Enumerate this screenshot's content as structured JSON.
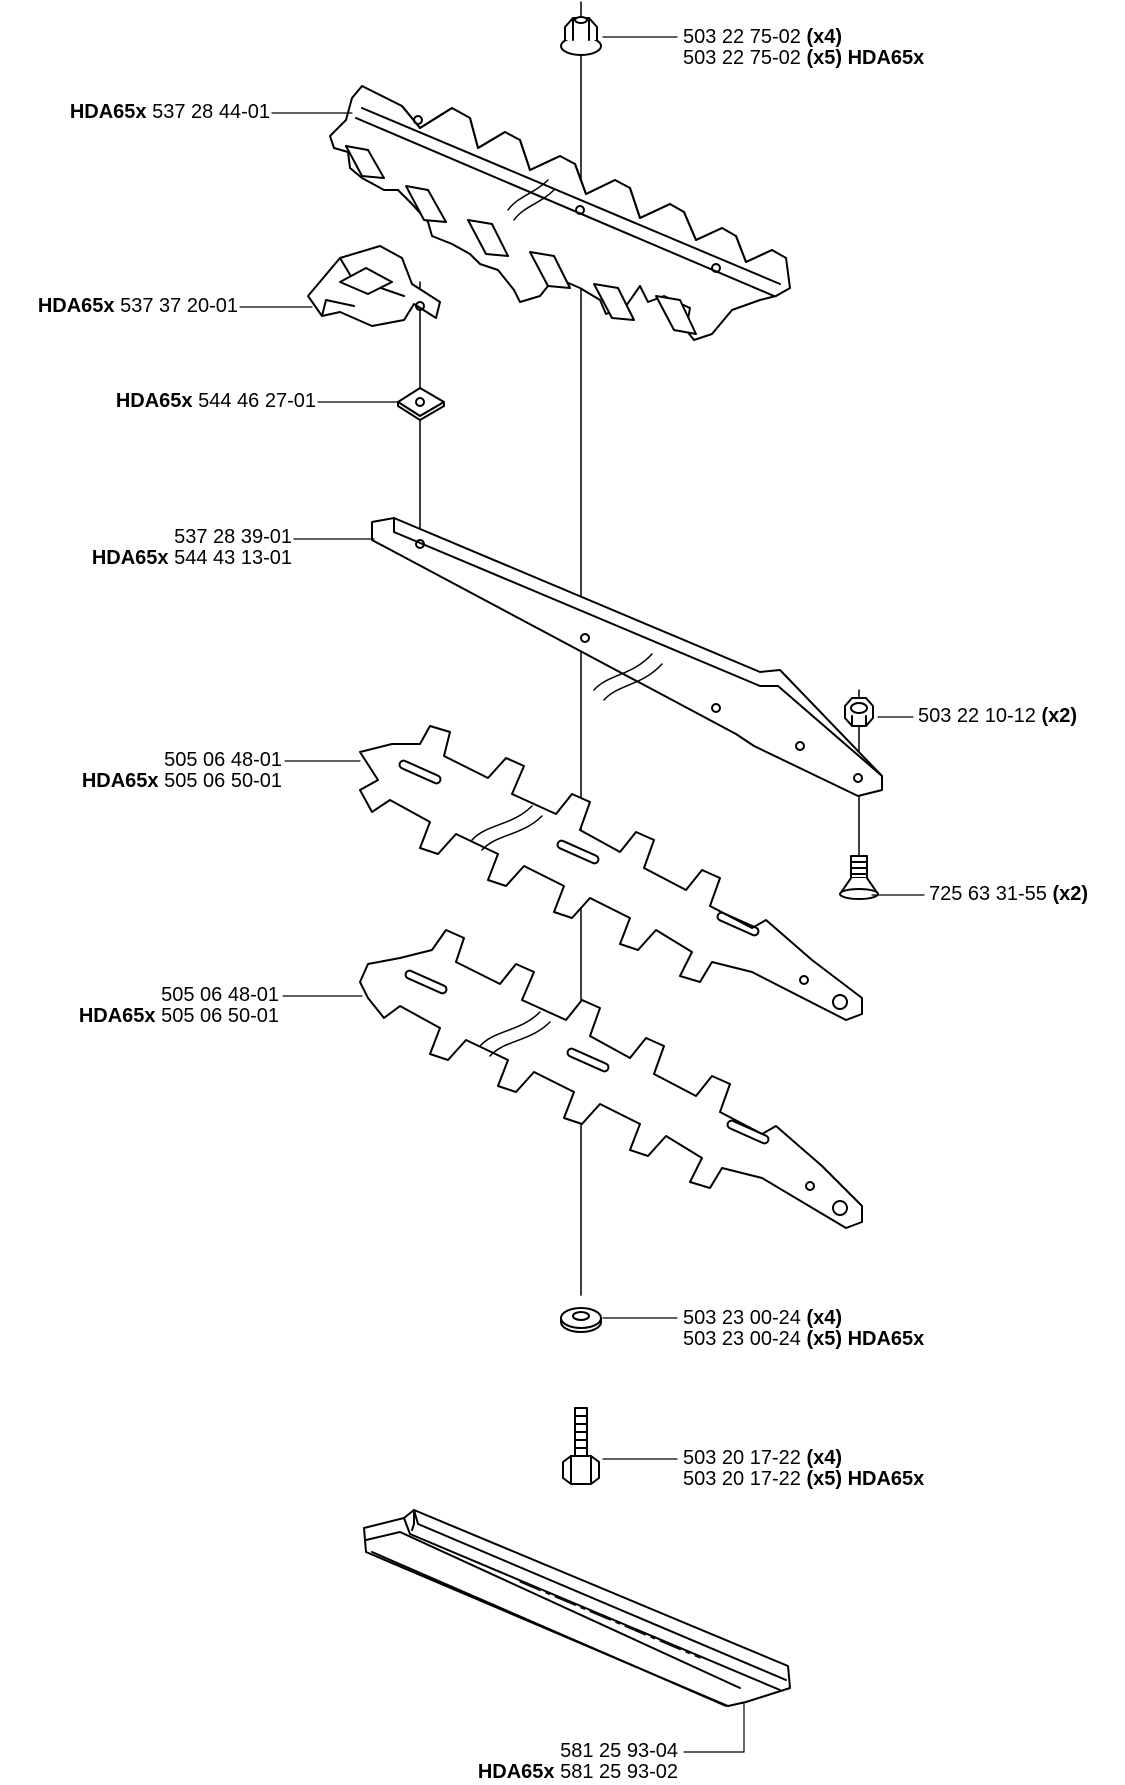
{
  "callouts": {
    "nut_top": {
      "line1": {
        "part": "503 22 75-02",
        "qty": "(x4)"
      },
      "line2": {
        "part": "503 22 75-02",
        "qty": "(x5)",
        "model": "HDA65x"
      }
    },
    "upper_blade": {
      "model": "HDA65x",
      "part": "537 28 44-01"
    },
    "guide": {
      "model": "HDA65x",
      "part": "537 37 20-01"
    },
    "washer_square": {
      "model": "HDA65x",
      "part": "544 46 27-01"
    },
    "bar": {
      "line1": {
        "part": "537 28 39-01"
      },
      "line2": {
        "model": "HDA65x",
        "part": "544 43 13-01"
      }
    },
    "nut_small": {
      "part": "503 22 10-12",
      "qty": "(x2)"
    },
    "cutter_a": {
      "line1": {
        "part": "505 06 48-01"
      },
      "line2": {
        "model": "HDA65x",
        "part": "505 06 50-01"
      }
    },
    "screw": {
      "part": "725 63 31-55",
      "qty": "(x2)"
    },
    "cutter_b": {
      "line1": {
        "part": "505 06 48-01"
      },
      "line2": {
        "model": "HDA65x",
        "part": "505 06 50-01"
      }
    },
    "washer_round": {
      "line1": {
        "part": "503 23 00-24",
        "qty": "(x4)"
      },
      "line2": {
        "part": "503 23 00-24",
        "qty": "(x5)",
        "model": "HDA65x"
      }
    },
    "bolt": {
      "line1": {
        "part": "503 20 17-22",
        "qty": "(x4)"
      },
      "line2": {
        "part": "503 20 17-22",
        "qty": "(x5)",
        "model": "HDA65x"
      }
    },
    "guard": {
      "line1": {
        "part": "581 25 93-04"
      },
      "line2": {
        "model": "HDA65x",
        "part": "581 25 93-02"
      }
    }
  },
  "colors": {
    "ink": "#000000",
    "paper": "#ffffff",
    "shade": "#cfcfcf"
  }
}
